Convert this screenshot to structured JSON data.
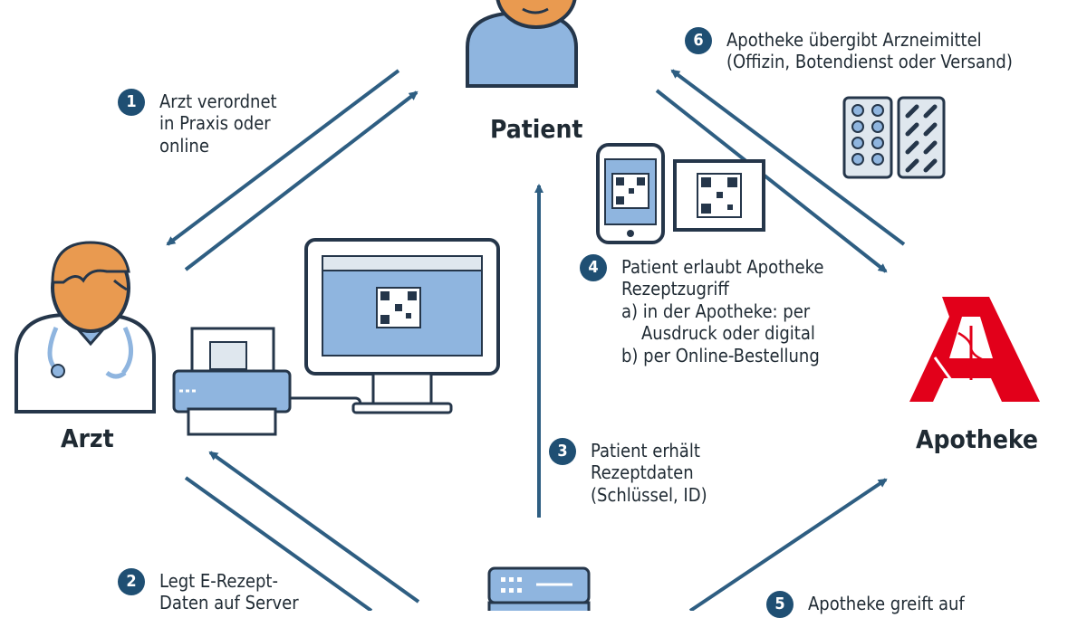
{
  "colors": {
    "arrow": "#2e5e82",
    "badge": "#1f4f73",
    "skin": "#e99a50",
    "outline": "#25364a",
    "shirt": "#8fb5df",
    "device_fill": "#cfe0f2",
    "pharmacy_red": "#e2001a"
  },
  "nodes": {
    "patient": "Patient",
    "doctor": "Arzt",
    "pharmacy": "Apotheke"
  },
  "icons": {
    "patient": "person-icon",
    "doctor": "doctor-icon",
    "pharmacy": "pharmacy-a-logo",
    "printer": "printer-icon",
    "monitor": "monitor-icon",
    "smartphone": "smartphone-icon",
    "printout": "printout-icon",
    "pills": "pill-blister-icon",
    "server": "server-icon"
  },
  "steps": [
    {
      "num": "1",
      "lines": [
        "Arzt verordnet",
        "in Praxis oder",
        "online"
      ]
    },
    {
      "num": "2",
      "lines": [
        "Legt E-Rezept-",
        "Daten auf Server"
      ]
    },
    {
      "num": "3",
      "lines": [
        "Patient erhält",
        "Rezeptdaten",
        "(Schlüssel, ID)"
      ]
    },
    {
      "num": "4",
      "lines": [
        "Patient erlaubt Apotheke",
        "Rezeptzugriff",
        "a) in der Apotheke: per",
        "Ausdruck oder digital",
        "b) per Online-Bestellung"
      ]
    },
    {
      "num": "5",
      "lines": [
        "Apotheke greift auf"
      ]
    },
    {
      "num": "6",
      "lines": [
        "Apotheke übergibt Arzneimittel",
        "(Offizin, Botendienst oder Versand)"
      ]
    }
  ]
}
